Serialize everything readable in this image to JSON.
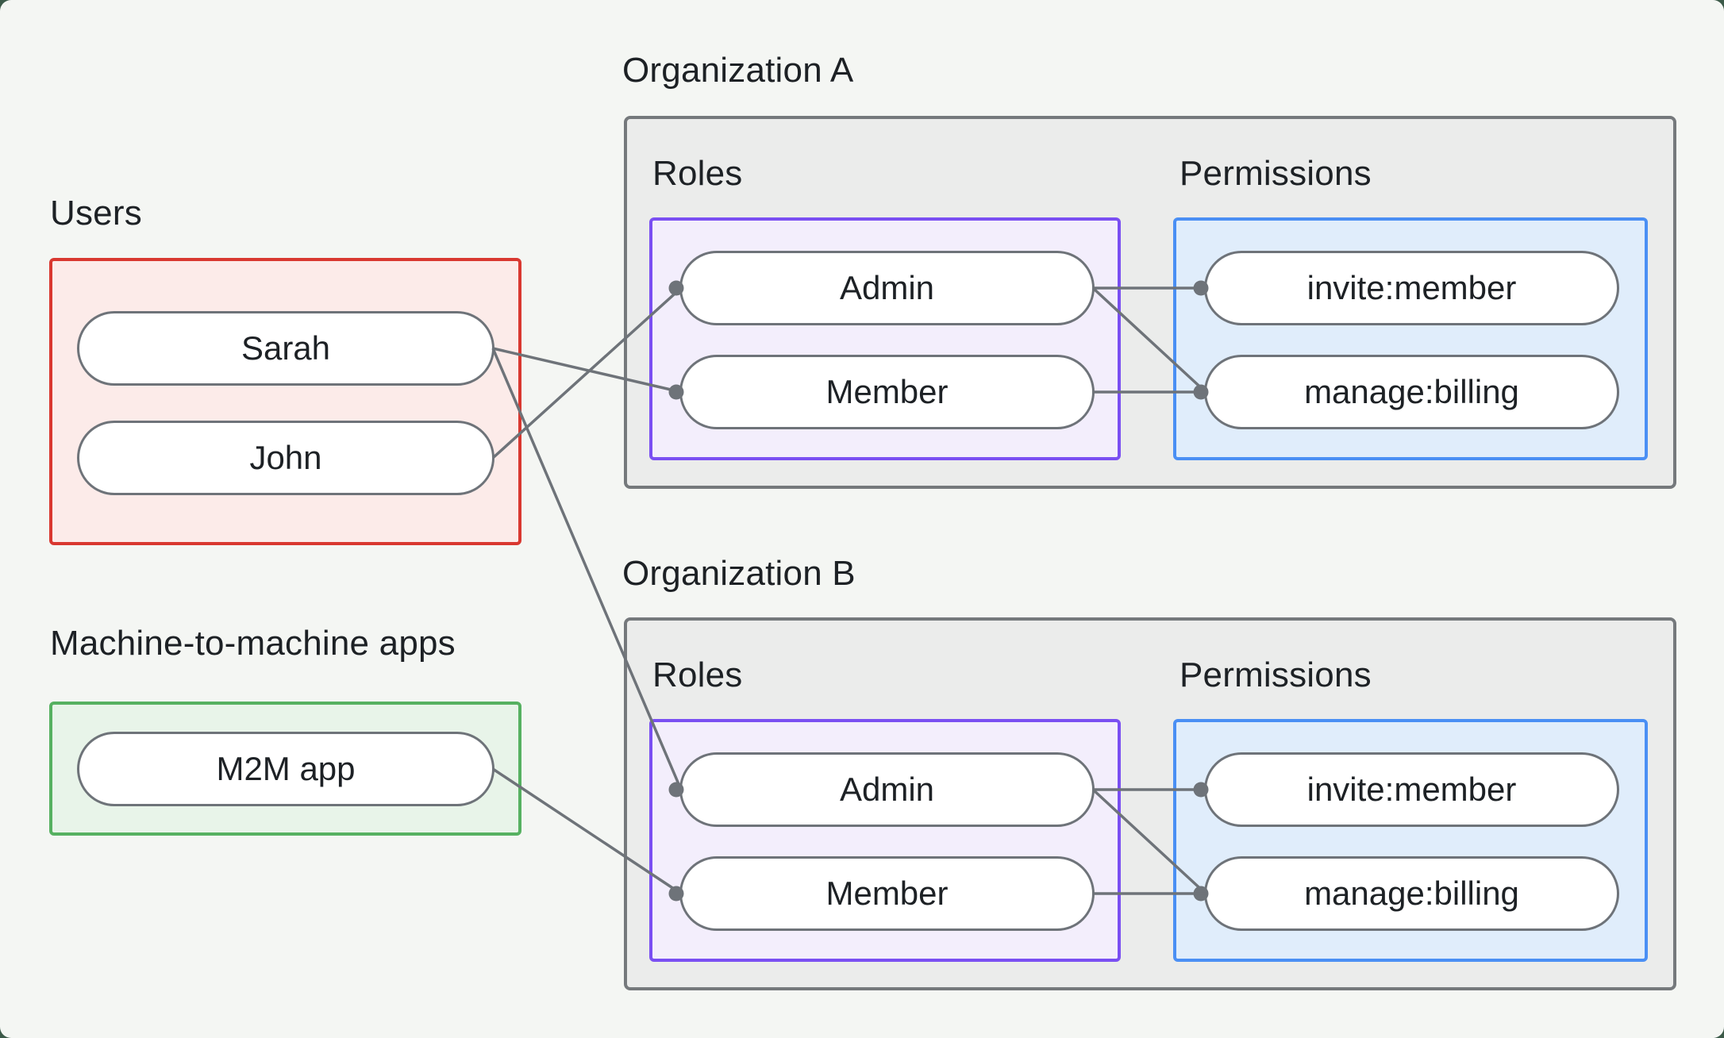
{
  "colors": {
    "page-bg": "#f4f6f3",
    "underlay": "#3c5a49",
    "text": "#1d2125",
    "org-fill": "#ebeceb",
    "org-border": "#75797c",
    "users-fill": "#fcebe9",
    "users-border": "#d93830",
    "m2m-fill": "#e8f4e9",
    "m2m-border": "#56b161",
    "roles-fill": "#f3eefc",
    "roles-border": "#7a4ff2",
    "perms-fill": "#e0edfb",
    "perms-border": "#4a8ff4",
    "pill-fill": "#ffffff",
    "pill-border": "#6e7379",
    "line": "#6e7379"
  },
  "left_panel": {
    "users": {
      "title": "Users",
      "items": [
        "Sarah",
        "John"
      ]
    },
    "m2m": {
      "title": "Machine-to-machine apps",
      "items": [
        "M2M app"
      ]
    }
  },
  "organizations": [
    {
      "id": "orgA",
      "title": "Organization A",
      "roles_label": "Roles",
      "permissions_label": "Permissions",
      "roles": [
        "Admin",
        "Member"
      ],
      "permissions": [
        "invite:member",
        "manage:billing"
      ]
    },
    {
      "id": "orgB",
      "title": "Organization B",
      "roles_label": "Roles",
      "permissions_label": "Permissions",
      "roles": [
        "Admin",
        "Member"
      ],
      "permissions": [
        "invite:member",
        "manage:billing"
      ]
    }
  ],
  "connections": [
    {
      "from": "sarah",
      "to": "orgA-member"
    },
    {
      "from": "john",
      "to": "orgA-admin"
    },
    {
      "from": "sarah",
      "to": "orgB-admin"
    },
    {
      "from": "m2m-app",
      "to": "orgB-member"
    },
    {
      "from": "orgA-admin",
      "to": "orgA-invite"
    },
    {
      "from": "orgA-admin",
      "to": "orgA-manage"
    },
    {
      "from": "orgA-member",
      "to": "orgA-manage"
    },
    {
      "from": "orgB-admin",
      "to": "orgB-invite"
    },
    {
      "from": "orgB-admin",
      "to": "orgB-manage"
    },
    {
      "from": "orgB-member",
      "to": "orgB-manage"
    }
  ]
}
